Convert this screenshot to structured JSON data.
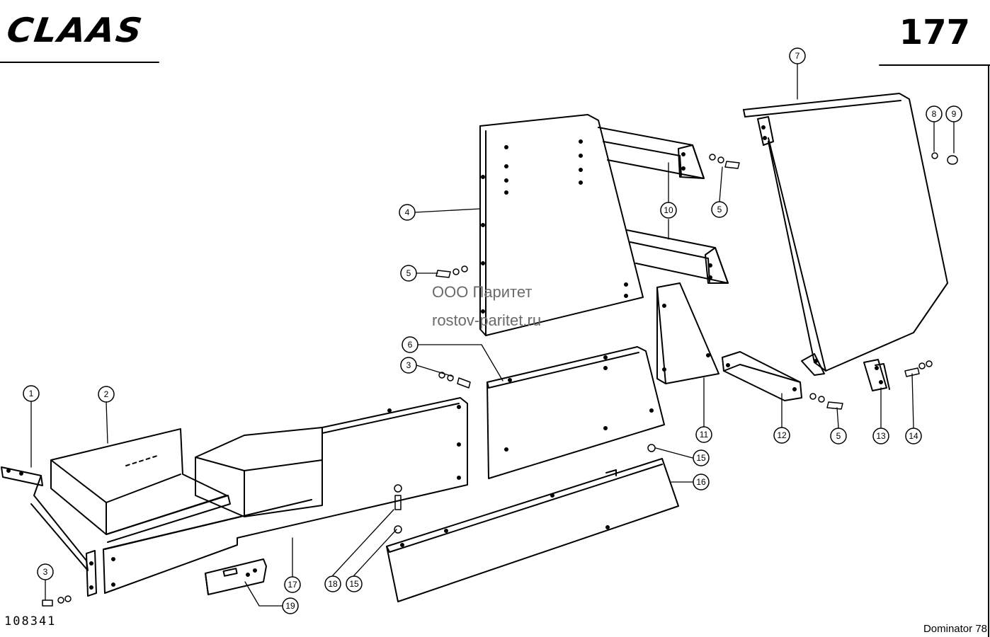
{
  "header": {
    "brand": "CLAAS",
    "page_number": "177"
  },
  "footer": {
    "document_code": "108341",
    "model": "Dominator 78"
  },
  "watermark": {
    "line1": "ООО Паритет",
    "line2": "rostov-paritet.ru"
  },
  "callouts": [
    {
      "number": "1"
    },
    {
      "number": "2"
    },
    {
      "number": "3"
    },
    {
      "number": "3"
    },
    {
      "number": "4"
    },
    {
      "number": "5"
    },
    {
      "number": "5"
    },
    {
      "number": "5"
    },
    {
      "number": "6"
    },
    {
      "number": "7"
    },
    {
      "number": "8"
    },
    {
      "number": "9"
    },
    {
      "number": "10"
    },
    {
      "number": "11"
    },
    {
      "number": "12"
    },
    {
      "number": "13"
    },
    {
      "number": "14"
    },
    {
      "number": "15"
    },
    {
      "number": "15"
    },
    {
      "number": "16"
    },
    {
      "number": "17"
    },
    {
      "number": "18"
    },
    {
      "number": "19"
    }
  ]
}
